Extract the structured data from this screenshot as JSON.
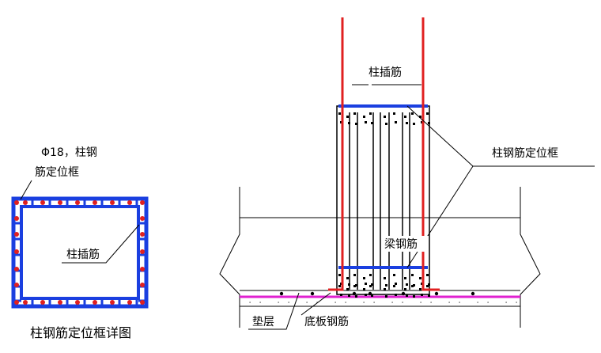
{
  "labels": {
    "phi18_line1": "Φ18，柱钢",
    "phi18_line2": "筋定位框",
    "detail_column_dowel": "柱插筋",
    "detail_caption": "柱钢筋定位框详图",
    "main_column_dowel": "柱插筋",
    "main_positioning_frame": "柱钢筋定位框",
    "beam_rebar": "梁钢筋",
    "cushion": "垫层",
    "slab_rebar": "底板钢筋"
  },
  "colors": {
    "frame_blue": "#1a3fe0",
    "dowel_red": "#e02020",
    "cushion_magenta": "#e020d0",
    "line_black": "#000000"
  }
}
